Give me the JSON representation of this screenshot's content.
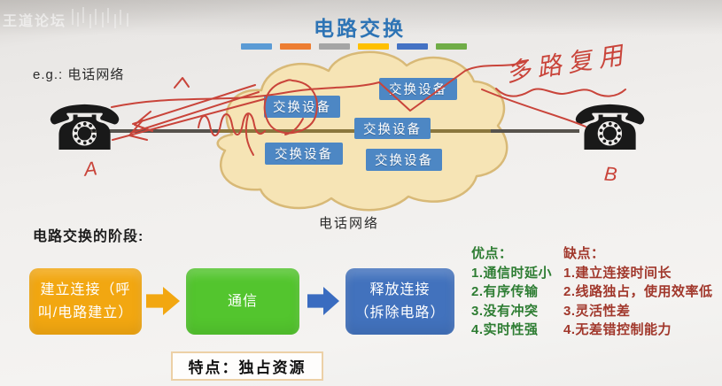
{
  "watermark": {
    "text": "王道论坛"
  },
  "header": {
    "title": "电路交换",
    "accent_color": "#2e74b5",
    "bar_colors": [
      "#5b9bd5",
      "#ed7d31",
      "#a5a5a5",
      "#ffc000",
      "#4472c4",
      "#70ad47"
    ]
  },
  "example_label": "e.g.:  电话网络",
  "network": {
    "cloud_label": "电话网络",
    "cloud_fill": "#f6e4b5",
    "cloud_stroke": "#d8b977",
    "node_fill": "#4d87c4",
    "line_color": "#57534d",
    "line_color_in_cloud": "#8a763d",
    "switch_nodes": [
      "交换设备",
      "交换设备",
      "交换设备",
      "交换设备",
      "交换设备"
    ],
    "endpoint_a": "A",
    "endpoint_b": "B"
  },
  "icons": {
    "phone": "☎"
  },
  "annotations": {
    "ink_color": "#c9443a",
    "multiplexing": "多路复用",
    "label_a": "A",
    "label_b": "B"
  },
  "stages": {
    "heading": "电路交换的阶段:",
    "steps": [
      {
        "label": "建立连接（呼叫/电路建立）",
        "lines": [
          "建立连接（呼",
          "叫/电路建立）"
        ],
        "color": "#f2a711"
      },
      {
        "label": "通信",
        "lines": [
          "通信"
        ],
        "color": "#53c52e"
      },
      {
        "label": "释放连接（拆除电路）",
        "lines": [
          "释放连接",
          "（拆除电路）"
        ],
        "color": "#4272bd"
      }
    ],
    "arrow_colors": [
      "#f2a711",
      "#3a6cc0"
    ]
  },
  "pros": {
    "heading": "优点：",
    "color": "#2e7d33",
    "items": [
      "1.通信时延小",
      "2.有序传输",
      "3.没有冲突",
      "4.实时性强"
    ]
  },
  "cons": {
    "heading": "缺点：",
    "color": "#a1382c",
    "items": [
      "1.建立连接时间长",
      "2.线路独占，使用效率低",
      "3.灵活性差",
      "4.无差错控制能力"
    ]
  },
  "feature_box": "特点：独占资源"
}
